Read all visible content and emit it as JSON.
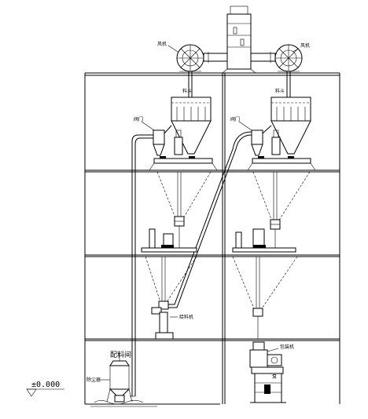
{
  "diagram": {
    "level_mark": "±0.000",
    "labels": {
      "top_left_fan": "风机",
      "top_right_fan": "风机",
      "batching_room": "配料间",
      "left_valve": "阀门",
      "right_valve": "阀门",
      "left_hopper_tag": "料斗",
      "right_hopper_tag": "料斗",
      "feeder_tag": "给料机",
      "packer_tag": "包装机",
      "dust_tag": "除尘器",
      "pump_tag": "泵"
    }
  }
}
